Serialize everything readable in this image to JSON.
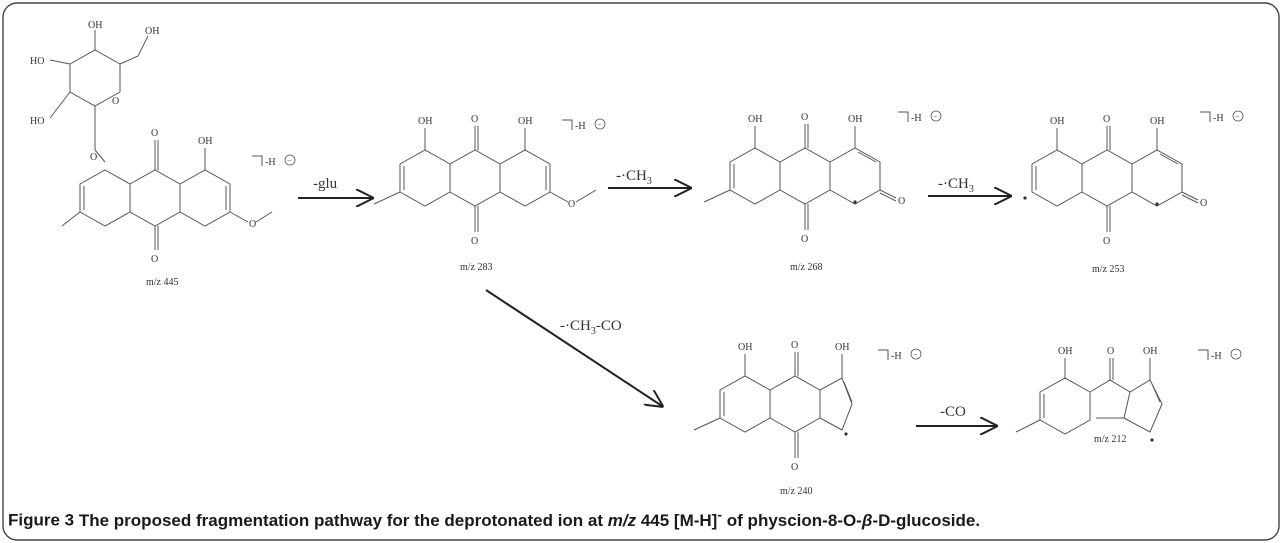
{
  "molecules": {
    "m445": {
      "mz": "m/z 445",
      "charge": "-H",
      "atoms": {
        "oh_sugar_1": "OH",
        "oh_sugar_2": "OH",
        "ho_sugar_1": "HO",
        "ho_sugar_2": "HO",
        "o_ring": "O",
        "o_link": "O",
        "o_top": "O",
        "o_bot": "O",
        "oh_right": "OH",
        "o_meth": "O"
      }
    },
    "m283": {
      "mz": "m/z 283",
      "charge": "-H",
      "atoms": {
        "oh_l": "OH",
        "oh_r": "OH",
        "o_top": "O",
        "o_bot": "O",
        "o_meth": "O"
      }
    },
    "m268": {
      "mz": "m/z 268",
      "charge": "-H",
      "atoms": {
        "oh_l": "OH",
        "oh_r": "OH",
        "o_top": "O",
        "o_bot": "O",
        "o_ket": "O"
      }
    },
    "m253": {
      "mz": "m/z 253",
      "charge": "-H",
      "atoms": {
        "oh_l": "OH",
        "oh_r": "OH",
        "o_top": "O",
        "o_bot": "O",
        "o_ket": "O"
      }
    },
    "m240": {
      "mz": "m/z 240",
      "charge": "-H",
      "atoms": {
        "oh_l": "OH",
        "oh_r": "OH",
        "o_top": "O",
        "o_bot": "O"
      }
    },
    "m212": {
      "mz": "m/z 212",
      "charge": "-H",
      "atoms": {
        "oh_l": "OH",
        "oh_r": "OH",
        "o_top": "O"
      }
    }
  },
  "reactions": {
    "r1": "-glu",
    "r2_prefix": "-·CH",
    "r2_sub": "3",
    "r3_prefix": "-·CH",
    "r3_sub": "3",
    "r4_prefix": "-·CH",
    "r4_sub": "3",
    "r4_suffix": "-CO",
    "r5": "-CO"
  },
  "caption": {
    "label": "Figure 3",
    "text_1": " The proposed fragmentation pathway for the deprotonated ion at ",
    "mz_italic": "m/z",
    "text_2": " 445 [M-H]",
    "superscript": "-",
    "text_3": " of physcion-8-O-",
    "beta": "β",
    "text_4": "-D-glucoside."
  }
}
